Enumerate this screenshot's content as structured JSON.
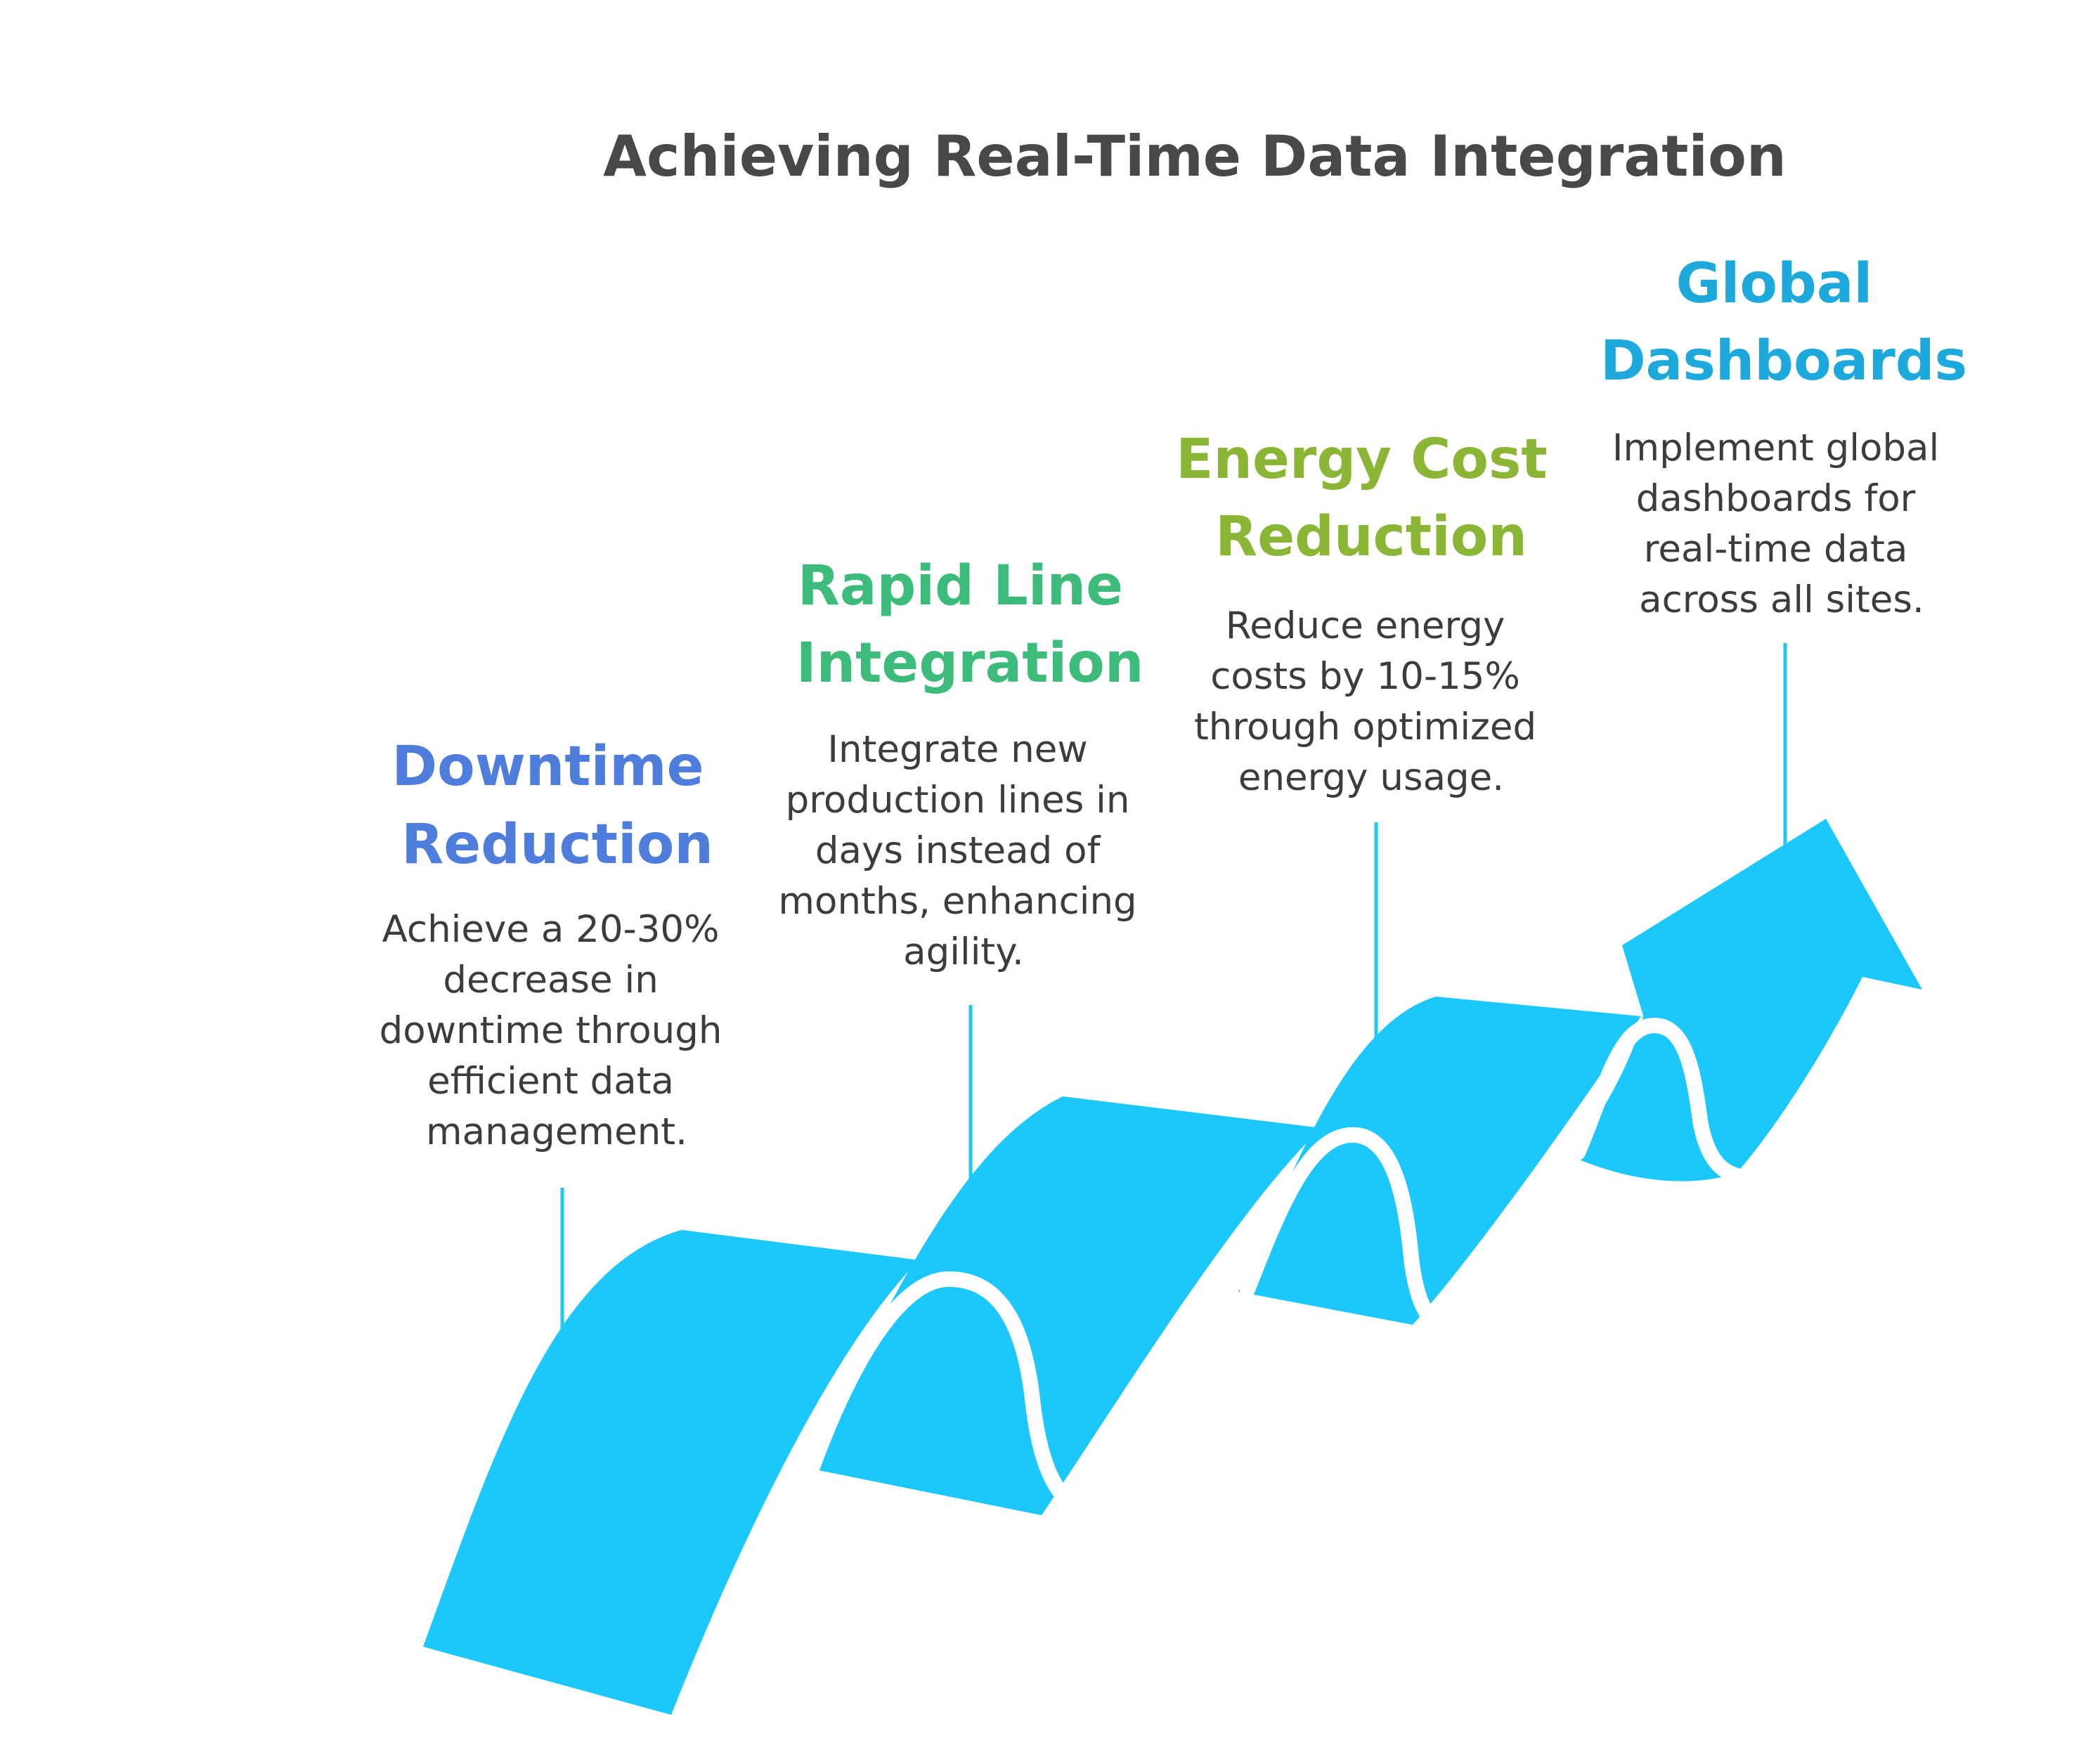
{
  "title": "Achieving Real-Time Data Integration",
  "steps": [
    {
      "heading": [
        "Downtime",
        "Reduction"
      ],
      "color": "#4f7ddc",
      "description": [
        "Achieve a 20-30%",
        "decrease in",
        "downtime through",
        "efficient data",
        "management."
      ]
    },
    {
      "heading": [
        "Rapid Line",
        "Integration"
      ],
      "color": "#3dbb7a",
      "description": [
        "Integrate new",
        "production lines in",
        "days instead of",
        "months, enhancing",
        "agility."
      ]
    },
    {
      "heading": [
        "Energy Cost",
        "Reduction"
      ],
      "color": "#8bb534",
      "description": [
        "Reduce energy",
        "costs by 10-15%",
        "through optimized",
        "energy usage."
      ]
    },
    {
      "heading": [
        "Global",
        "Dashboards"
      ],
      "color": "#1ea9dc",
      "description": [
        "Implement global",
        "dashboards for",
        "real-time data",
        "across all sites."
      ]
    }
  ],
  "colors": {
    "ribbon": "#1cc7fb",
    "connector": "#1ec8f5",
    "title": "#484848",
    "body_text": "#3c3c3c"
  }
}
